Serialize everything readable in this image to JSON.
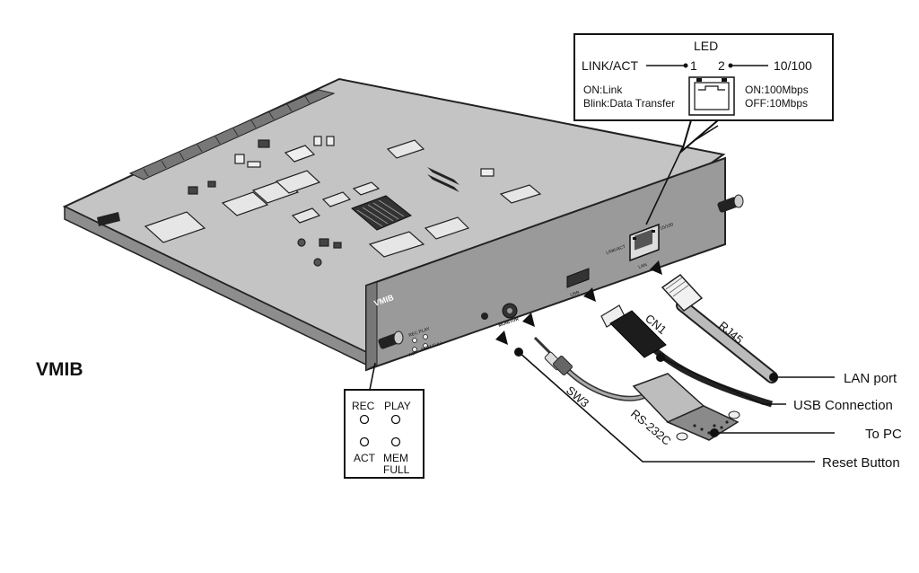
{
  "title": "VMIB",
  "led_box": {
    "heading": "LED",
    "link_act": "LINK/ACT",
    "num1": "1",
    "num2": "2",
    "speed": "10/100",
    "on_link": "ON:Link",
    "blink": "Blink:Data Transfer",
    "on_100": "ON:100Mbps",
    "off_10": "OFF:10Mbps"
  },
  "status_leds": {
    "rec": "REC",
    "play": "PLAY",
    "act": "ACT",
    "mem": "MEM",
    "full": "FULL"
  },
  "panel": {
    "name": "VMIB",
    "usb": "USB",
    "lan": "LAN",
    "monitor": "MONITOR",
    "link_act": "LINK/ACT",
    "speed": "10/100",
    "rec_play": "REC PLAY",
    "act": "ACT",
    "mem_full": "MEM FULL"
  },
  "cables": {
    "rj45": "RJ45",
    "cn1": "CN1",
    "sw3": "SW3",
    "rs232c": "RS-232C"
  },
  "callouts": {
    "lan_port": "LAN port",
    "usb_connection": "USB Connection",
    "to_pc": "To PC",
    "reset_button": "Reset Button"
  }
}
